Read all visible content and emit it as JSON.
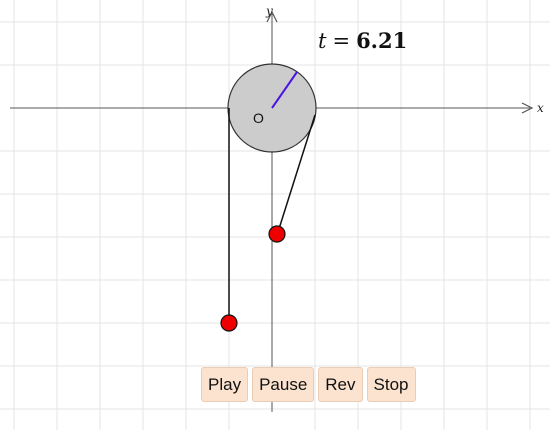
{
  "time": {
    "variable": "t",
    "equals": "=",
    "value": "6.21"
  },
  "axes": {
    "x_label": "x",
    "y_label": "y",
    "origin_label": "O"
  },
  "controls": {
    "play": "Play",
    "pause": "Pause",
    "rev": "Rev",
    "stop": "Stop"
  },
  "colors": {
    "grid": "#e4e4e4",
    "axis": "#555555",
    "wheel_fill": "#cccccc",
    "wheel_stroke": "#333333",
    "spoke": "#4b16e0",
    "mass": "#ee0000",
    "button_bg": "#fbe3cf"
  }
}
